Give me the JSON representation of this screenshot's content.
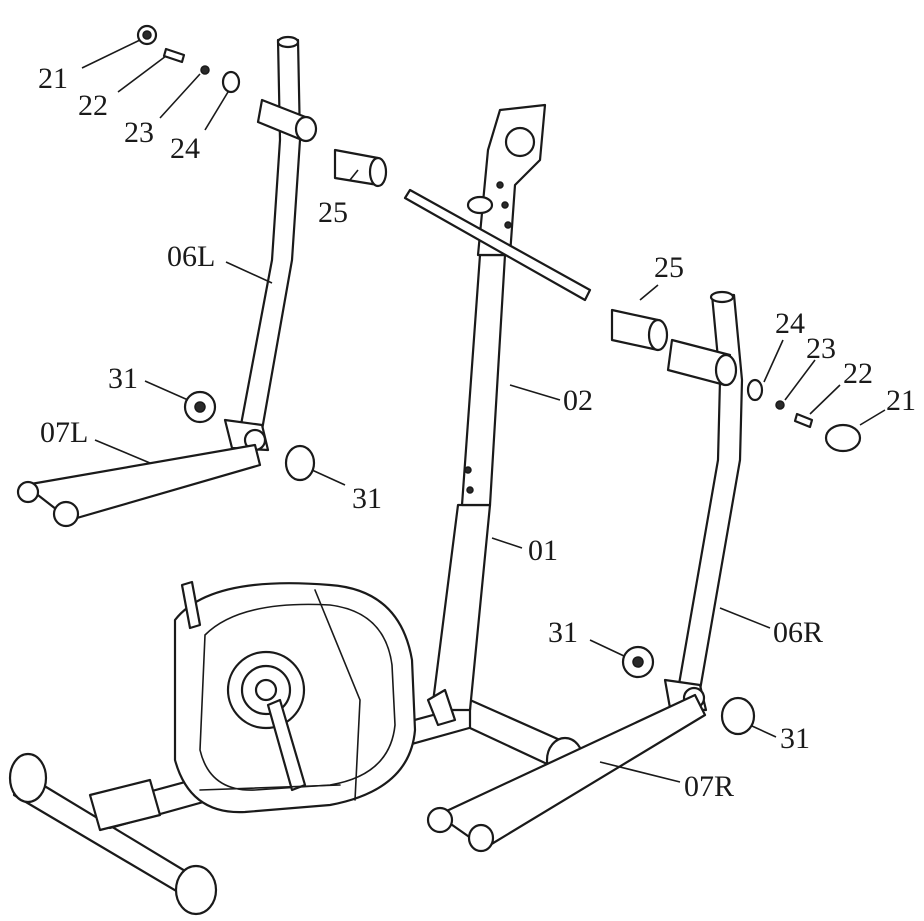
{
  "labels": {
    "end_cap_left": "21",
    "bolt_left": "22",
    "spring_washer_left": "23",
    "flat_washer_left": "24",
    "bushing_left": "25",
    "handlebar_left": "06L",
    "wheel_left": "31",
    "pedal_arm_left": "07L",
    "cap_left": "31",
    "upright_post": "02",
    "main_frame": "01",
    "bushing_right": "25",
    "flat_washer_right": "24",
    "spring_washer_right": "23",
    "bolt_right": "22",
    "end_cap_right": "21",
    "wheel_right": "31",
    "handlebar_right": "06R",
    "cap_right": "31",
    "pedal_arm_right": "07R"
  }
}
